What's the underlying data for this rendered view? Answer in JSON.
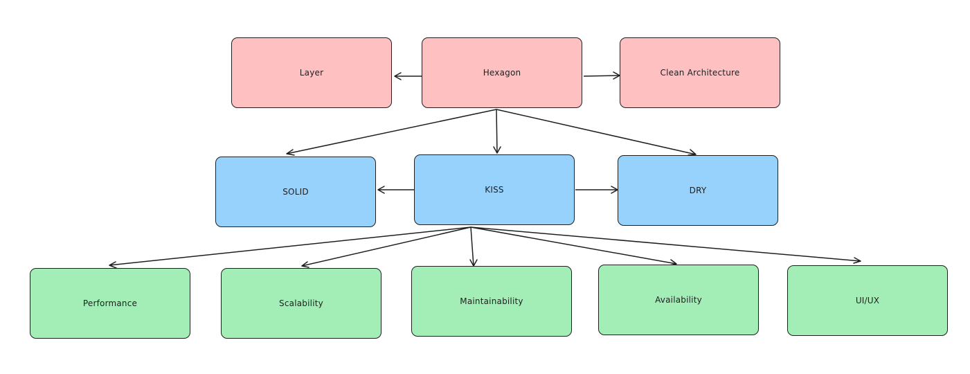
{
  "diagram": {
    "nodes": {
      "layer": "Layer",
      "hexagon": "Hexagon",
      "clean_architecture": "Clean Architecture",
      "solid": "SOLID",
      "kiss": "KISS",
      "dry": "DRY",
      "performance": "Performance",
      "scalability": "Scalability",
      "maintainability": "Maintainability",
      "availability": "Availability",
      "ui_ux": "UI/UX"
    },
    "colors": {
      "principles_row": "#ffc0c2",
      "practices_row": "#97d2fc",
      "qualities_row": "#a3eeb6",
      "stroke": "#1e1e1e"
    },
    "edges": [
      [
        "hexagon",
        "layer"
      ],
      [
        "hexagon",
        "clean_architecture"
      ],
      [
        "hexagon",
        "solid"
      ],
      [
        "hexagon",
        "kiss"
      ],
      [
        "hexagon",
        "dry"
      ],
      [
        "kiss",
        "solid"
      ],
      [
        "kiss",
        "dry"
      ],
      [
        "kiss",
        "performance"
      ],
      [
        "kiss",
        "scalability"
      ],
      [
        "kiss",
        "maintainability"
      ],
      [
        "kiss",
        "availability"
      ],
      [
        "kiss",
        "ui_ux"
      ]
    ]
  }
}
